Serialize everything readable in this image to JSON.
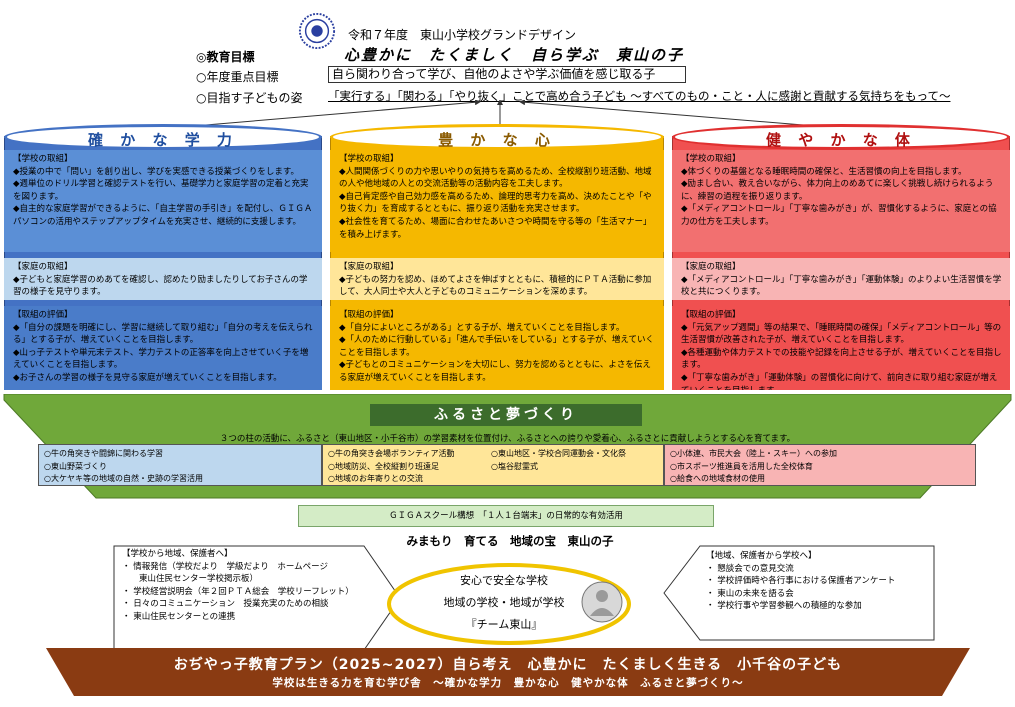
{
  "header": {
    "title": "令和７年度　東山小学校グランドデザイン",
    "goal_label": "◎教育目標",
    "goal": "心豊かに　たくましく　自ら学ぶ　東山の子",
    "year_label": "○年度重点目標",
    "year_focus": "自ら関わり合って学び、自他のよさや学ぶ価値を感じ取る子",
    "child_label": "○目指す子どもの姿",
    "child_vision": "「実行する」「関わる」「やり抜く」ことで高め合う子ども ～すべてのもの・こと・人に感謝と貢献する気持ちをもって～"
  },
  "columns": [
    {
      "title": "確 か な 学 力",
      "sections": [
        {
          "title": "【学校の取組】",
          "lines": [
            "◆授業の中で「問い」を創り出し、学びを実感できる授業づくりをします。",
            "◆週単位のドリル学習と確認テストを行い、基礎学力と家庭学習の定着と充実を図ります。",
            "◆自主的な家庭学習ができるように、「自主学習の手引き」を配付し、ＧＩＧＡパソコンの活用やステップアップタイムを充実させ、継続的に支援します。"
          ]
        },
        {
          "title": "【家庭の取組】",
          "lines": [
            "◆子どもと家庭学習のめあてを確認し、認めたり励ましたりしてお子さんの学習の様子を見守ります。"
          ]
        },
        {
          "title": "【取組の評価】",
          "lines": [
            "◆「自分の課題を明確にし、学習に継続して取り組む」「自分の考えを伝えられる」とする子が、増えていくことを目指します。",
            "◆山っ子テストや単元末テスト、学力テストの正答率を向上させていく子を増えていくことを目指します。",
            "◆お子さんの学習の様子を見守る家庭が増えていくことを目指します。"
          ]
        }
      ]
    },
    {
      "title": "豊 か な 心",
      "sections": [
        {
          "title": "【学校の取組】",
          "lines": [
            "◆人間関係づくりの力や思いやりの気持ちを高めるため、全校縦割り班活動、地域の人や他地域の人との交流活動等の活動内容を工夫します。",
            "◆自己肯定感や自己効力感を高めるため、論理的思考力を高め、決めたことや「やり抜く力」を育成するとともに、振り返り活動を充実させます。",
            "◆社会性を育てるため、場面に合わせたあいさつや時間を守る等の「生活マナー」を積み上げます。"
          ]
        },
        {
          "title": "【家庭の取組】",
          "lines": [
            "◆子どもの努力を認め、ほめてよさを伸ばすとともに、積極的にＰＴＡ活動に参加して、大人同士や大人と子どものコミュニケーションを深めます。"
          ]
        },
        {
          "title": "【取組の評価】",
          "lines": [
            "◆「自分によいところがある」とする子が、増えていくことを目指します。",
            "◆「人のために行動している」「進んで手伝いをしている」とする子が、増えていくことを目指します。",
            "◆子どもとのコミュニケーションを大切にし、努力を認めるとともに、よさを伝える家庭が増えていくことを目指します。"
          ]
        }
      ]
    },
    {
      "title": "健 や か な 体",
      "sections": [
        {
          "title": "【学校の取組】",
          "lines": [
            "◆体づくりの基盤となる睡眠時間の確保と、生活習慣の向上を目指します。",
            "◆励まし合い、教え合いながら、体力向上のめあてに楽しく挑戦し続けられるように、練習の過程を振り返ります。",
            "◆「メディアコントロール」「丁寧な歯みがき」が、習慣化するように、家庭との協力の仕方を工夫します。"
          ]
        },
        {
          "title": "【家庭の取組】",
          "lines": [
            "◆「メディアコントロール」「丁寧な歯みがき」「運動体験」のよりよい生活習慣を学校と共につくります。"
          ]
        },
        {
          "title": "【取組の評価】",
          "lines": [
            "◆「元気アップ週間」等の結果で、「睡眠時間の確保」「メディアコントロール」等の生活習慣が改善された子が、増えていくことを目指します。",
            "◆各種運動や体力テストでの技能や記録を向上させる子が、増えていくことを目指します。",
            "◆「丁寧な歯みがき」「運動体験」の習慣化に向けて、前向きに取り組む家庭が増えていくことを目指します。"
          ]
        }
      ]
    }
  ],
  "furusato": {
    "title": "ふるさと夢づくり",
    "desc": "３つの柱の活動に、ふるさと（東山地区・小千谷市）の学習素材を位置付け、ふるさとへの誇りや愛着心、ふるさとに貢献しようとする心を育てます。",
    "box1": [
      "○牛の角突きや闘錦に関わる学習",
      "○東山野菜づくり",
      "○大ケヤキ等の地域の自然・史跡の学習活用"
    ],
    "box2a": [
      "○牛の角突き会場ボランティア活動",
      "○地域防災、全校縦割り班遠足",
      "○地域のお年寄りとの交流"
    ],
    "box2b": [
      "○東山地区・学校合同運動会・文化祭",
      "○塩谷慰霊式"
    ],
    "box3": [
      "○小体連、市民大会（陸上・スキー）への参加",
      "○市スポーツ推進員を活用した全校体育",
      "○給食への地域食材の使用"
    ]
  },
  "giga": "ＧＩＧＡスクール構想　「１人１台端末」の日常的な有効活用",
  "mimamori": "みまもり　育てる　地域の宝　東山の子",
  "school_to_community": {
    "title": "【学校から地域、保護者へ】",
    "items": [
      "・ 情報発信（学校だより　学級だより　ホームページ",
      "　　東山住民センター学校掲示板）",
      "・ 学校経営説明会（年２回ＰＴＡ総会　学校リーフレット）",
      "・ 日々のコミュニケーション　授業充実のための相談",
      "・ 東山住民センターとの連携"
    ]
  },
  "center": {
    "line1": "安心で安全な学校",
    "line2": "地域の学校・地域が学校",
    "line3": "『チーム東山』"
  },
  "community_to_school": {
    "title": "【地域、保護者から学校へ】",
    "items": [
      "・ 懇談会での意見交流",
      "・ 学校評価時や各行事における保護者アンケート",
      "・ 東山の未来を語る会",
      "・ 学校行事や学習参観への積極的な参加"
    ]
  },
  "plan": {
    "title": "おぢやっ子教育プラン（2025~2027）自ら考え　心豊かに　たくましく生きる　小千谷の子ども",
    "sub": "学校は生きる力を育む学び舎　～確かな学力　豊かな心　健やかな体　ふるさと夢づくり～"
  },
  "colors": {
    "blue": "#4472c4",
    "blue_light": "#bdd7ee",
    "yellow": "#f5b800",
    "yellow_light": "#ffe699",
    "red": "#f05050",
    "red_light": "#f8b4b4",
    "green": "#70a83a",
    "green_dark": "#3c6c2c",
    "brown": "#8a3b12"
  }
}
